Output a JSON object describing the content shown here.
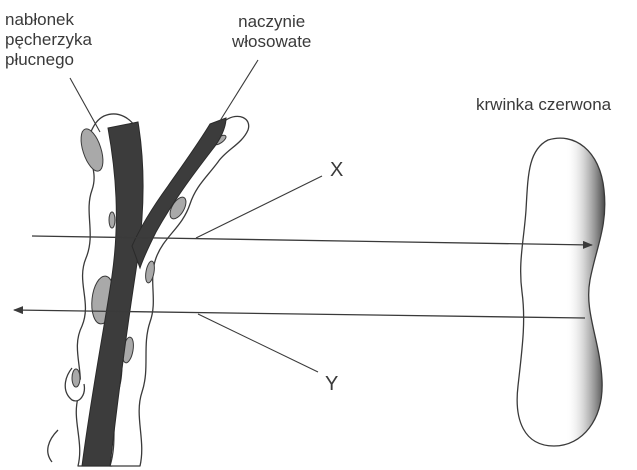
{
  "labels": {
    "alveolar_epithelium": [
      "nabłonek",
      "pęcherzyka",
      "płucnego"
    ],
    "capillary": [
      "naczynie",
      "włosowate"
    ],
    "red_blood_cell": "krwinka czerwona",
    "x": "X",
    "y": "Y"
  },
  "colors": {
    "ink": "#3a3a3a",
    "capillary_dark": "#3c3c3c",
    "nucleus_gray": "#a9a9a9",
    "rbc_shade": "#555555"
  }
}
